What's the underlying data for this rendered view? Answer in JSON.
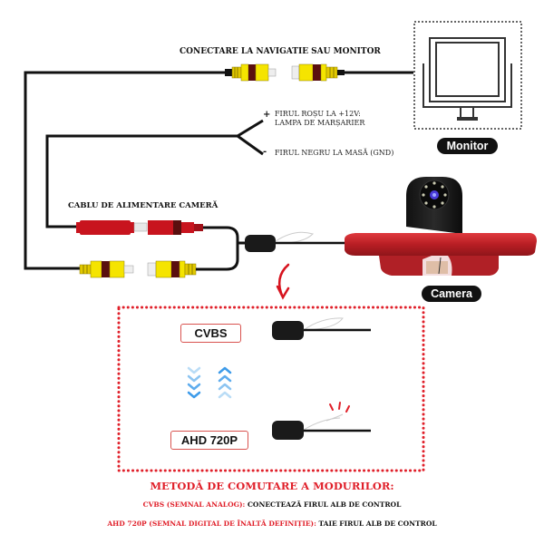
{
  "labels": {
    "nav_connection": "CONECTARE LA NAVIGATIE SAU MONITOR",
    "red_wire_line1": "FIRUL ROȘU LA +12V:",
    "red_wire_line2": "LAMPA DE MARȘARIER",
    "black_wire": "FIRUL NEGRU LA MASĂ (GND)",
    "plus_sign": "+",
    "minus_sign": "-",
    "power_cable": "CABLU DE ALIMENTARE CAMERĂ",
    "monitor": "Monitor",
    "camera": "Camera"
  },
  "modes": {
    "cvbs": "CVBS",
    "ahd": "AHD 720P"
  },
  "instructions": {
    "title": "METODĂ DE COMUTARE A MODURILOR:",
    "line1_red": "CVBS (SEMNAL ANALOG):",
    "line1_black": " CONECTEAZĂ FIRUL ALB DE CONTROL",
    "line2_red": "AHD 720P (SEMNAL DIGITAL DE ÎNALTĂ DEFINIȚIE):",
    "line2_black": " TAIE FIRUL ALB DE CONTROL"
  },
  "colors": {
    "accent_red": "#e0202a",
    "rca_yellow": "#f5e400",
    "rca_brown": "#5a0f0f",
    "power_red": "#c8141e",
    "arrow_blue": "#3d9be9",
    "housing_red": "#c0262c"
  }
}
